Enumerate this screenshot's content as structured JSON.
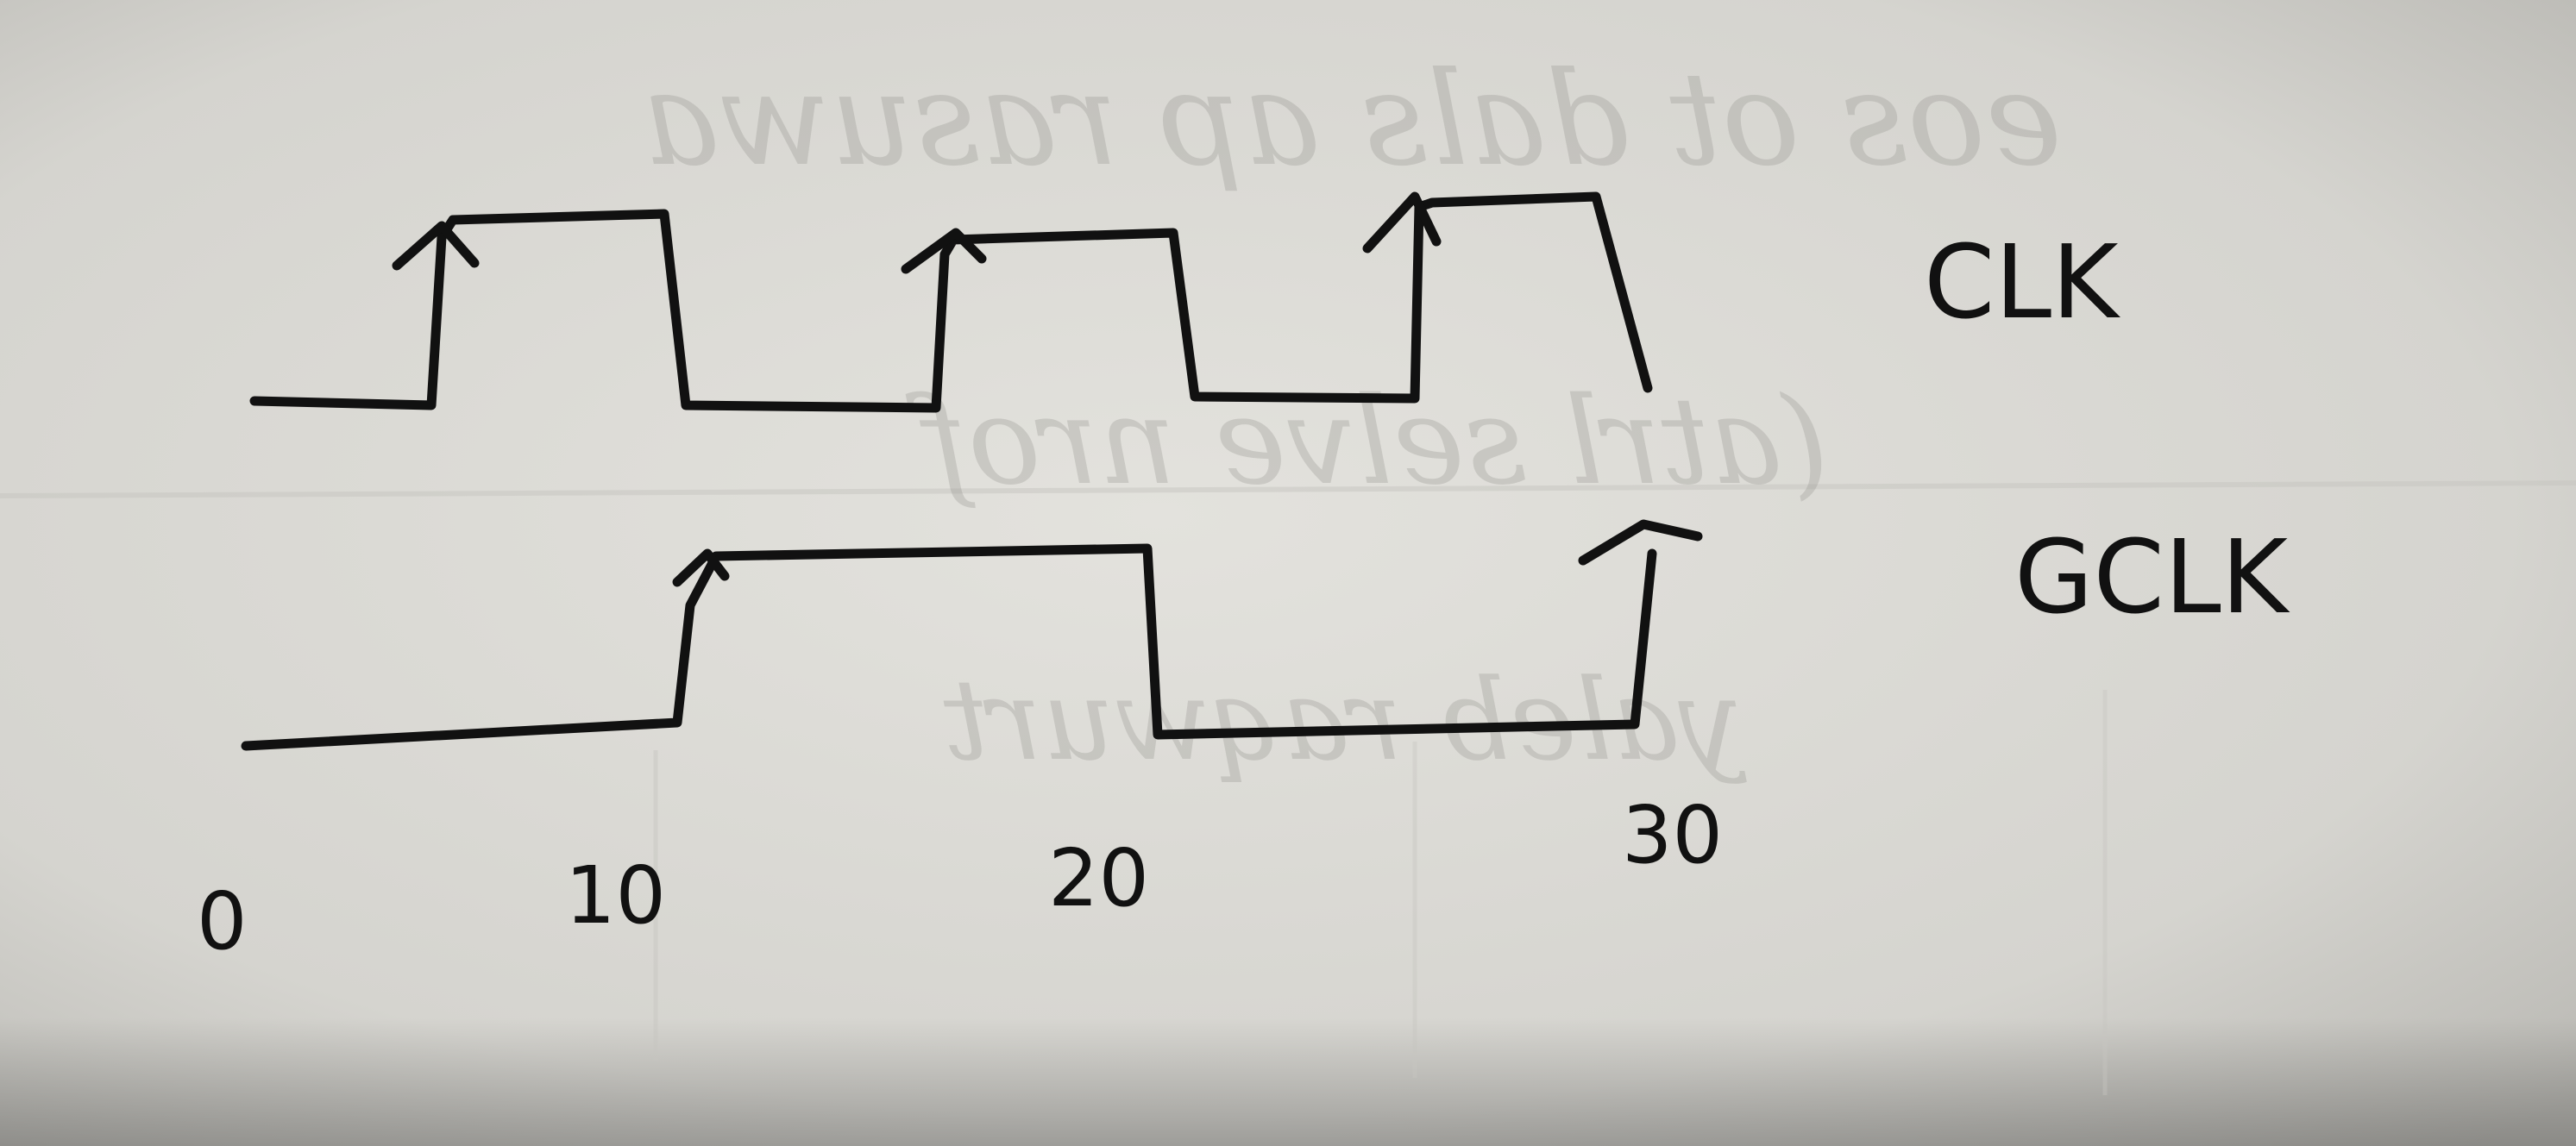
{
  "signals": [
    {
      "name": "CLK"
    },
    {
      "name": "GCLK"
    }
  ],
  "time_axis": {
    "ticks": [
      "0",
      "10",
      "20",
      "30"
    ]
  },
  "colors": {
    "paper": "#d9d8d3",
    "ink": "#111111",
    "show_through": "#8e8d88"
  }
}
